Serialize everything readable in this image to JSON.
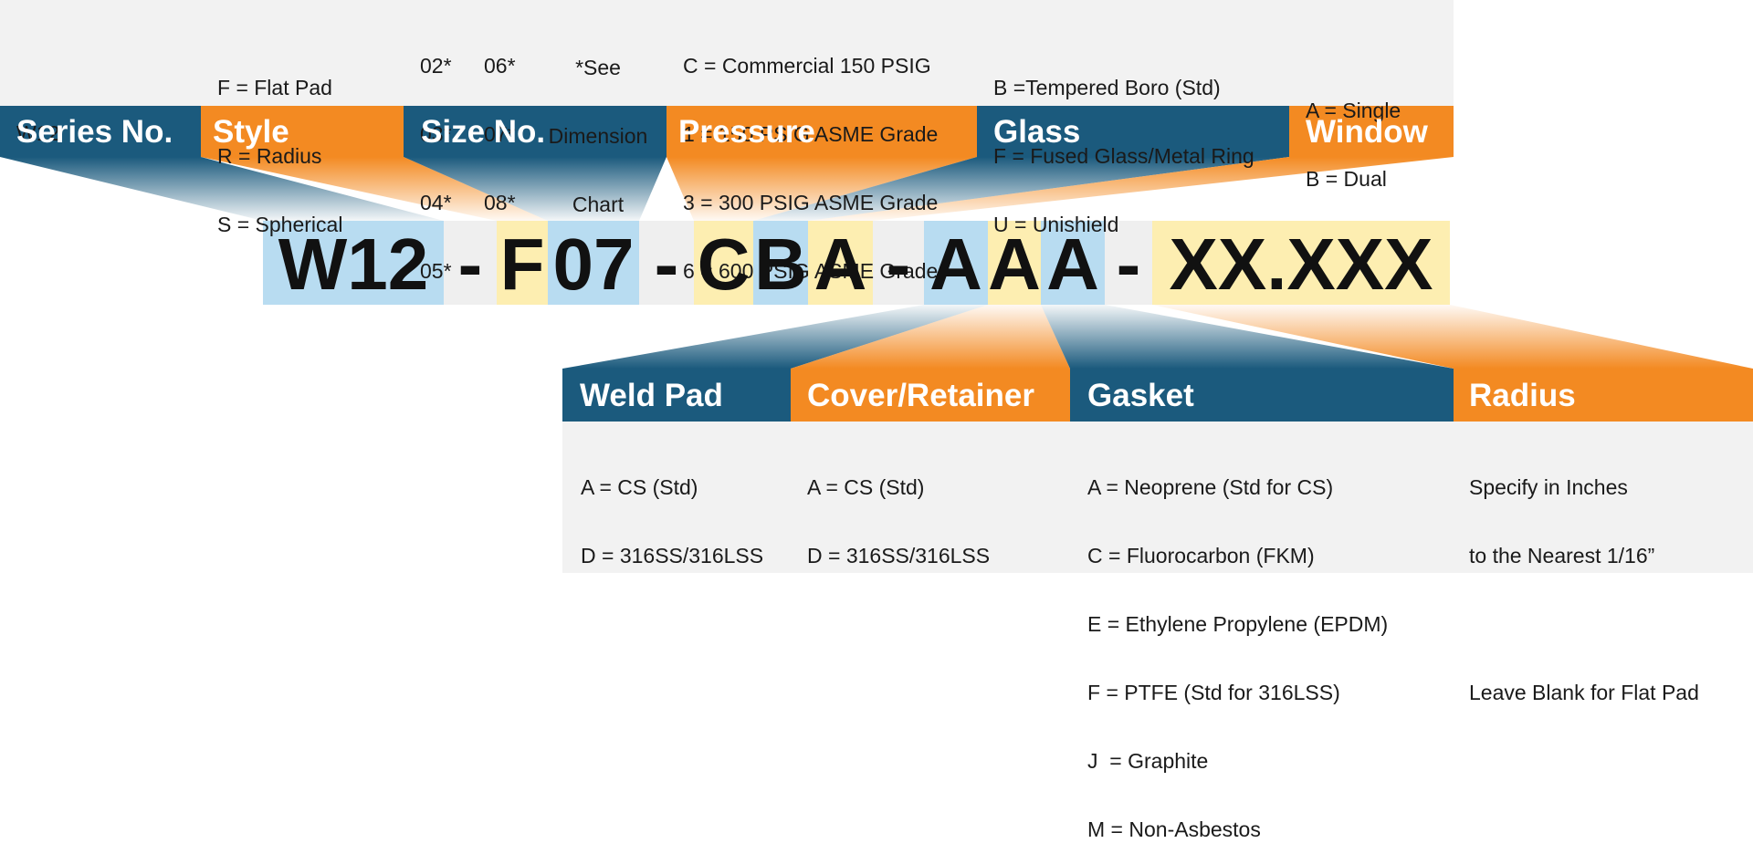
{
  "colors": {
    "blue": "#1b5a7d",
    "orange": "#f38a22",
    "light_blue": "#b8dcf1",
    "light_yellow": "#fdeeb1",
    "panel_gray": "#f2f2f2"
  },
  "top_sections": [
    {
      "id": "series",
      "label": "Series No.",
      "color": "blue",
      "options": [
        "W12"
      ]
    },
    {
      "id": "style",
      "label": "Style",
      "color": "orange",
      "options": [
        "F = Flat Pad",
        "R = Radius",
        "S = Spherical"
      ]
    },
    {
      "id": "size",
      "label": "Size No.",
      "color": "blue",
      "options_col1": [
        "02*",
        "03*",
        "04*",
        "05*"
      ],
      "options_col2": [
        "06*",
        "07*",
        "08*"
      ],
      "note": [
        "*See",
        "Dimension",
        "Chart"
      ]
    },
    {
      "id": "pressure",
      "label": "Pressure",
      "color": "orange",
      "options": [
        "C = Commercial 150 PSIG",
        "1 = 150 PSIG ASME Grade",
        "3 = 300 PSIG ASME Grade",
        "6 = 600 PSIG ASME Grade"
      ]
    },
    {
      "id": "glass",
      "label": "Glass",
      "color": "blue",
      "options": [
        "B =Tempered Boro (Std)",
        "F = Fused Glass/Metal Ring",
        "U = Unishield"
      ]
    },
    {
      "id": "window",
      "label": "Window",
      "color": "orange",
      "options": [
        "A = Single",
        "B = Dual"
      ]
    }
  ],
  "code": {
    "parts": [
      "W12",
      "-",
      "F",
      "07",
      "-",
      "C",
      "B",
      "A",
      "-",
      "A",
      "A",
      "A",
      "-",
      "XX.XXX"
    ]
  },
  "bottom_sections": [
    {
      "id": "weld_pad",
      "label": "Weld Pad",
      "color": "blue",
      "options": [
        "A = CS (Std)",
        "D = 316SS/316LSS"
      ]
    },
    {
      "id": "cover",
      "label": "Cover/Retainer",
      "color": "orange",
      "options": [
        "A = CS (Std)",
        "D = 316SS/316LSS"
      ]
    },
    {
      "id": "gasket",
      "label": "Gasket",
      "color": "blue",
      "options": [
        "A = Neoprene (Std for CS)",
        "C = Fluorocarbon (FKM)",
        "E = Ethylene Propylene (EPDM)",
        "F = PTFE (Std for 316LSS)",
        "J  = Graphite",
        "M = Non-Asbestos"
      ]
    },
    {
      "id": "radius",
      "label": "Radius",
      "color": "orange",
      "options": [
        "Specify in Inches",
        "to the Nearest 1/16”",
        "",
        "Leave Blank for Flat Pad"
      ]
    }
  ]
}
